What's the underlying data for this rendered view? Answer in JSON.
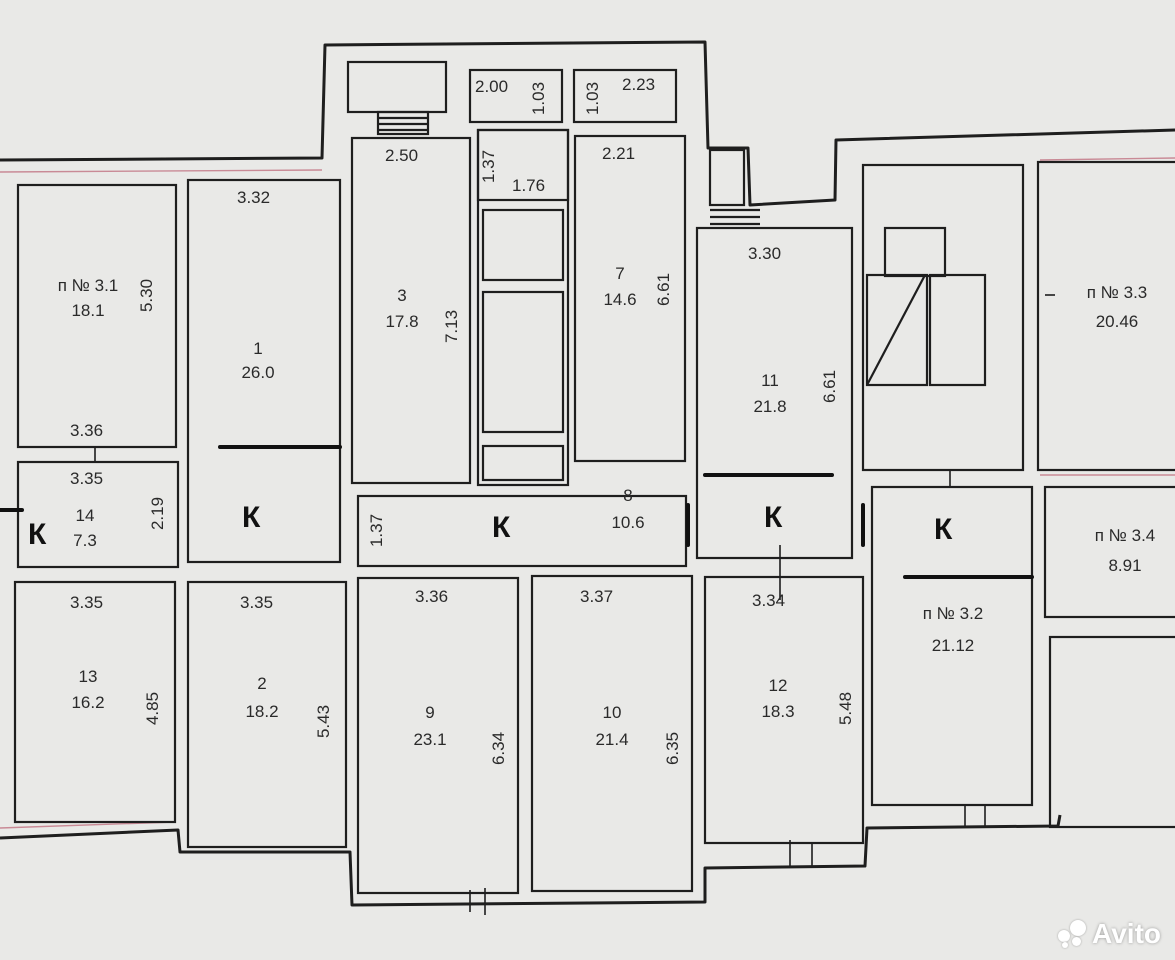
{
  "rooms": [
    {
      "id": "1",
      "num": "1",
      "area": "26.0"
    },
    {
      "id": "2",
      "num": "2",
      "area": "18.2"
    },
    {
      "id": "3",
      "num": "3",
      "area": "17.8"
    },
    {
      "id": "7",
      "num": "7",
      "area": "14.6"
    },
    {
      "id": "8",
      "num": "8",
      "area": "10.6"
    },
    {
      "id": "9",
      "num": "9",
      "area": "23.1"
    },
    {
      "id": "10",
      "num": "10",
      "area": "21.4"
    },
    {
      "id": "11",
      "num": "11",
      "area": "21.8"
    },
    {
      "id": "12",
      "num": "12",
      "area": "18.3"
    },
    {
      "id": "13",
      "num": "13",
      "area": "16.2"
    },
    {
      "id": "14",
      "num": "14",
      "area": "7.3"
    },
    {
      "id": "p31",
      "num": "п № 3.1",
      "area": "18.1"
    },
    {
      "id": "p32",
      "num": "п № 3.2",
      "area": "21.12"
    },
    {
      "id": "p33",
      "num": "п № 3.3",
      "area": "20.46"
    },
    {
      "id": "p34",
      "num": "п № 3.4",
      "area": "8.91"
    }
  ],
  "dimensions": {
    "d332": "3.32",
    "d250": "2.50",
    "d200": "2.00",
    "d103a": "1.03",
    "d103b": "1.03",
    "d223": "2.23",
    "d137a": "1.37",
    "d176": "1.76",
    "d221": "2.21",
    "d330": "3.30",
    "d530": "5.30",
    "d713": "7.13",
    "d661a": "6.61",
    "d661b": "6.61",
    "d336a": "3.36",
    "d335a": "3.35",
    "d219": "2.19",
    "d137b": "1.37",
    "d335b": "3.35",
    "d335c": "3.35",
    "d336b": "3.36",
    "d337": "3.37",
    "d334": "3.34",
    "d485": "4.85",
    "d543": "5.43",
    "d634": "6.34",
    "d635": "6.35",
    "d548": "5.48"
  },
  "corridor_mark": "К",
  "watermark": {
    "brand": "Avito"
  }
}
